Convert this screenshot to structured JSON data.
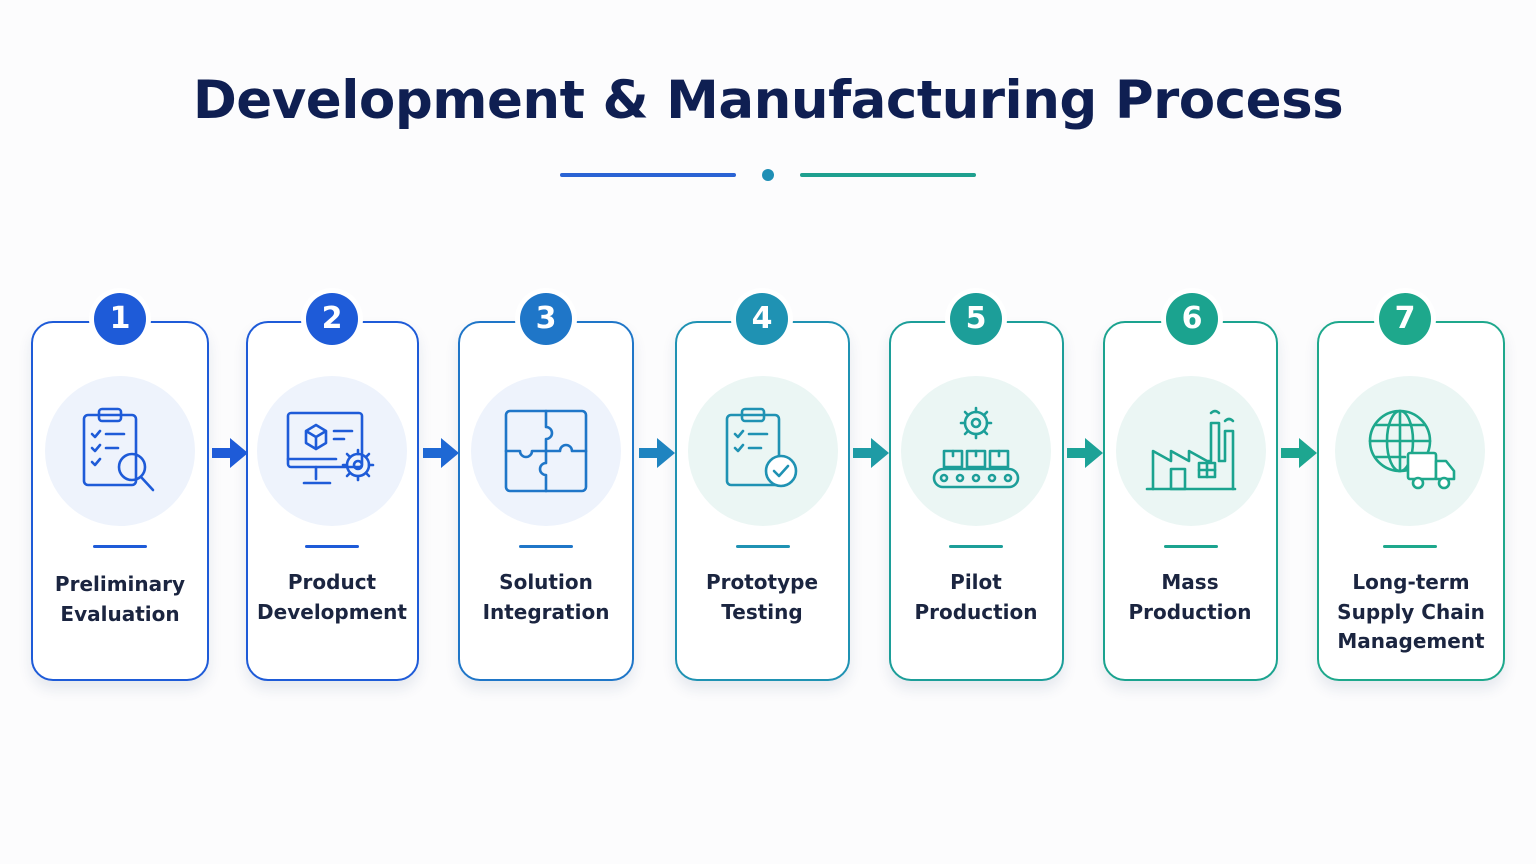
{
  "title": "Development & Manufacturing Process",
  "colors": {
    "title": "#0f1f52",
    "step_1": "#1e5bd8",
    "step_2": "#1e5bd8",
    "step_3": "#1f76c8",
    "step_4": "#1f92b3",
    "step_5": "#1c9e99",
    "step_6": "#1ba38f",
    "step_7": "#1ea88c",
    "icon_bg_blue": "#eef3fc",
    "icon_bg_teal": "#ebf6f4"
  },
  "steps": [
    {
      "number": "1",
      "label_lines": [
        "Preliminary",
        "Evaluation"
      ],
      "icon": "clipboard-magnifier-icon"
    },
    {
      "number": "2",
      "label_lines": [
        "Product",
        "Development"
      ],
      "icon": "monitor-cube-gear-icon"
    },
    {
      "number": "3",
      "label_lines": [
        "Solution",
        "Integration"
      ],
      "icon": "puzzle-icon"
    },
    {
      "number": "4",
      "label_lines": [
        "Prototype",
        "Testing"
      ],
      "icon": "clipboard-check-icon"
    },
    {
      "number": "5",
      "label_lines": [
        "Pilot",
        "Production"
      ],
      "icon": "conveyor-gear-icon"
    },
    {
      "number": "6",
      "label_lines": [
        "Mass",
        "Production"
      ],
      "icon": "factory-icon"
    },
    {
      "number": "7",
      "label_lines": [
        "Long-term",
        "Supply Chain",
        "Management"
      ],
      "icon": "globe-truck-icon"
    }
  ]
}
